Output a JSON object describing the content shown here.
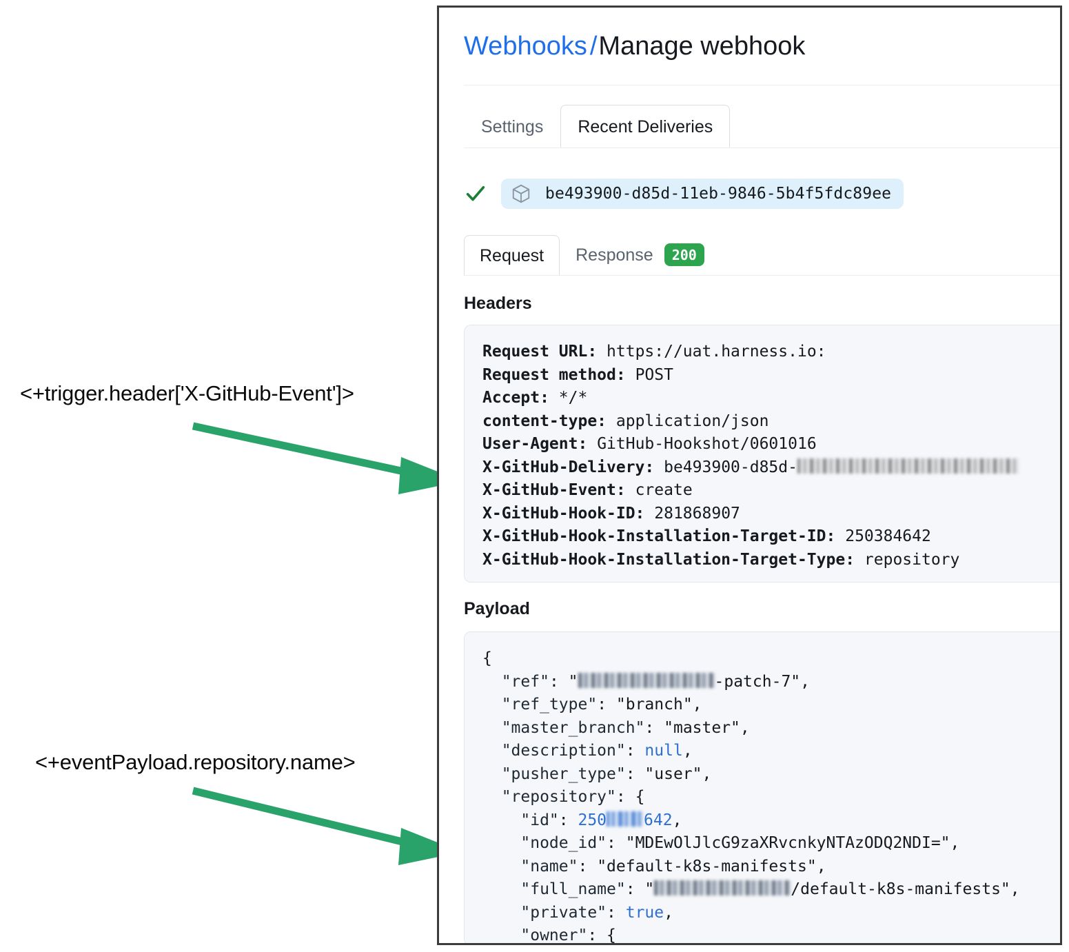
{
  "annotations": [
    {
      "text": "<+trigger.header['X-GitHub-Event']>",
      "arrow_color": "#2aa36a"
    },
    {
      "text": "<+eventPayload.repository.name>",
      "arrow_color": "#2aa36a"
    }
  ],
  "card": {
    "title": {
      "link": "Webhooks",
      "separator": "/",
      "current": "Manage webhook"
    },
    "top_tabs": [
      {
        "label": "Settings",
        "active": false
      },
      {
        "label": "Recent Deliveries",
        "active": true
      }
    ],
    "delivery": {
      "status_icon": "check-icon",
      "package_icon": "package-icon",
      "id": "be493900-d85d-11eb-9846-5b4f5fdc89ee"
    },
    "detail_tabs": [
      {
        "label": "Request",
        "active": true
      },
      {
        "label": "Response",
        "active": false,
        "badge": "200",
        "badge_color": "#2da44e"
      }
    ],
    "headers_section": {
      "title": "Headers",
      "rows": [
        {
          "key": "Request URL:",
          "value": "https://uat.harness.io:"
        },
        {
          "key": "Request method:",
          "value": "POST"
        },
        {
          "key": "Accept:",
          "value": "*/*"
        },
        {
          "key": "content-type:",
          "value": "application/json"
        },
        {
          "key": "User-Agent:",
          "value": "GitHub-Hookshot/0601016"
        },
        {
          "key": "X-GitHub-Delivery:",
          "value": "be493900-d85d-",
          "redacted_suffix": true
        },
        {
          "key": "X-GitHub-Event:",
          "value": "create"
        },
        {
          "key": "X-GitHub-Hook-ID:",
          "value": "281868907"
        },
        {
          "key": "X-GitHub-Hook-Installation-Target-ID:",
          "value": "250384642"
        },
        {
          "key": "X-GitHub-Hook-Installation-Target-Type:",
          "value": "repository"
        }
      ]
    },
    "payload_section": {
      "title": "Payload",
      "lines": [
        {
          "open": "{"
        },
        {
          "key": "\"ref\"",
          "redacted_prefix": true,
          "value": "-patch-7\"",
          "quote_open": "\"",
          "comma": ","
        },
        {
          "key": "\"ref_type\"",
          "value": "\"branch\"",
          "comma": ","
        },
        {
          "key": "\"master_branch\"",
          "value": "\"master\"",
          "comma": ","
        },
        {
          "key": "\"description\"",
          "value": "null",
          "literal": true,
          "comma": ","
        },
        {
          "key": "\"pusher_type\"",
          "value": "\"user\"",
          "comma": ","
        },
        {
          "key": "\"repository\"",
          "value": "{"
        },
        {
          "key": "\"id\"",
          "value_prefix": "250",
          "value_suffix": "642",
          "redacted_middle": true,
          "number": true,
          "comma": ","
        },
        {
          "key": "\"node_id\"",
          "value": "\"MDEwOlJlcG9zaXRvcnkyNTAzODQ2NDI=\"",
          "comma": ","
        },
        {
          "key": "\"name\"",
          "value": "\"default-k8s-manifests\"",
          "comma": ","
        },
        {
          "key": "\"full_name\"",
          "redacted_prefix": true,
          "value": "/default-k8s-manifests\"",
          "quote_open": "\"",
          "comma": ","
        },
        {
          "key": "\"private\"",
          "value": "true",
          "literal": true,
          "comma": ","
        },
        {
          "key": "\"owner\"",
          "value": "{"
        }
      ]
    }
  }
}
